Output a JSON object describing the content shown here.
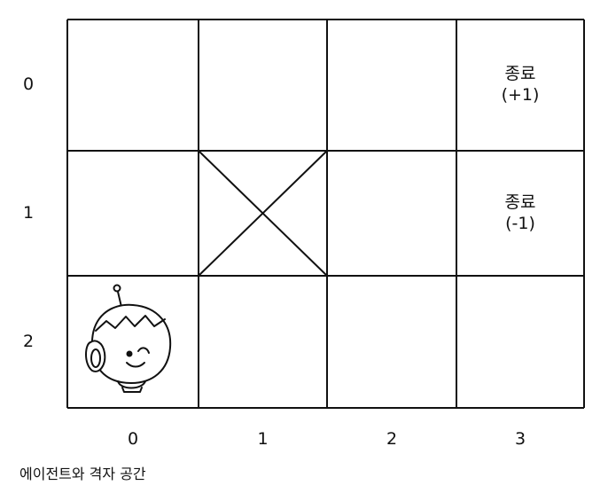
{
  "grid": {
    "rows": 3,
    "cols": 4,
    "row_labels": [
      "0",
      "1",
      "2"
    ],
    "col_labels": [
      "0",
      "1",
      "2",
      "3"
    ],
    "blocked_cell": {
      "row": 1,
      "col": 1
    },
    "agent_cell": {
      "row": 2,
      "col": 0
    },
    "terminal_cells": [
      {
        "row": 0,
        "col": 3,
        "line1": "종료",
        "line2": "(+1)"
      },
      {
        "row": 1,
        "col": 3,
        "line1": "종료",
        "line2": "(-1)"
      }
    ]
  },
  "caption": "에이전트와 격자 공간",
  "colors": {
    "line": "#111111",
    "background": "#ffffff"
  },
  "icons": {
    "agent": "robot-head-icon",
    "blocked": "x-mark-icon"
  }
}
